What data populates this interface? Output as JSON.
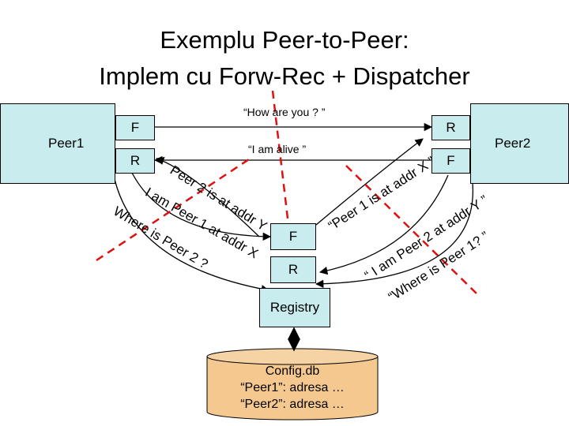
{
  "title": {
    "line1": "Exemplu Peer-to-Peer:",
    "line2": "Implem cu Forw-Rec + Dispatcher"
  },
  "peer1": {
    "label": "Peer1",
    "forwarder": "F",
    "receiver": "R"
  },
  "peer2": {
    "label": "Peer2",
    "receiver": "R",
    "forwarder": "F"
  },
  "registry": {
    "label": "Registry",
    "forwarder": "F",
    "receiver": "R"
  },
  "database": {
    "name": "Config.db",
    "entry1": "“Peer1”: adresa …",
    "entry2": "“Peer2”: adresa …"
  },
  "messages": {
    "how_are_you": "“How are you ? ”",
    "i_am_alive": "“I am alive ”",
    "peer2_is_at": "Peer 2 is at addr Y",
    "i_am_peer1": "I am Peer 1 at addr X",
    "where_is_peer2": "Where is Peer 2 ?",
    "peer1_is_at": "“Peer 1 is at addr X ”",
    "i_am_peer2": "“ I am Peer 2 at addr Y ”",
    "where_is_peer1": "“Where is Peer 1? ”"
  },
  "colors": {
    "box_fill": "#c9ecef",
    "db_fill": "#f4c88e",
    "dashed_line": "#e01010"
  }
}
